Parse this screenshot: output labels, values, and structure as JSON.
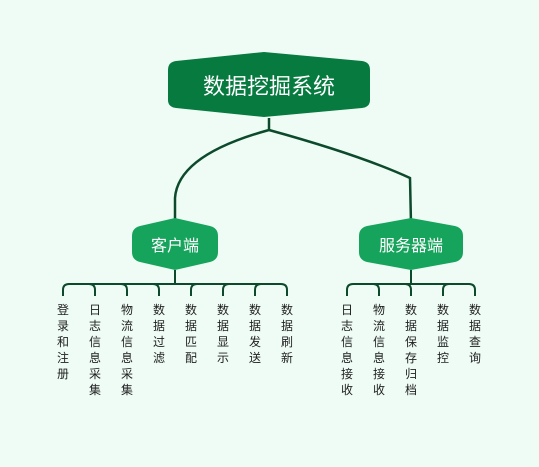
{
  "colors": {
    "background": "#effcf5",
    "root_fill": "#067a3f",
    "branch_fill": "#16a45c",
    "connector": "#0d4a2c",
    "leaf_text": "#222222"
  },
  "root": {
    "label": "数据挖掘系统"
  },
  "branches": [
    {
      "label": "客户端",
      "children": [
        "登录和注册",
        "日志信息采集",
        "物流信息采集",
        "数据过滤",
        "数据匹配",
        "数据显示",
        "数据发送",
        "数据刷新"
      ]
    },
    {
      "label": "服务器端",
      "children": [
        "日志信息接收",
        "物流信息接收",
        "数据保存归档",
        "数据监控",
        "数据查询"
      ]
    }
  ]
}
